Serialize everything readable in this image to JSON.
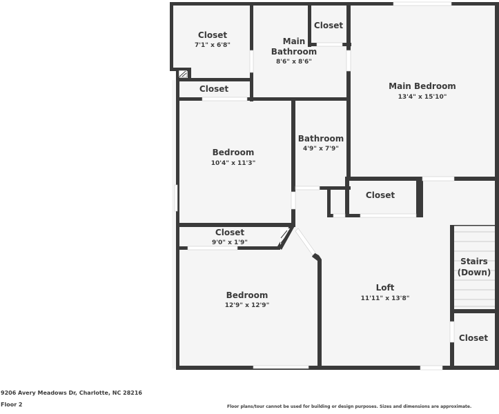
{
  "plan": {
    "floor_label": "Floor 2",
    "address": "9206 Avery Meadows Dr, Charlotte, NC 28216",
    "disclaimer": "Floor plans/tour cannot be used for building or design purposes. Sizes and dimensions are approximate.",
    "colors": {
      "wall": "#3a3a3a",
      "floor": "#f5f5f5",
      "window": "#ffffff",
      "text": "#3a3a3a"
    }
  },
  "rooms": [
    {
      "name": "Closet",
      "dims": "7'1\" x 6'8\""
    },
    {
      "name": "Main",
      "name2": "Bathroom",
      "dims": "8'6\" x 8'6\""
    },
    {
      "name": "Closet",
      "dims": ""
    },
    {
      "name": "Main Bedroom",
      "dims": "13'4\" x 15'10\""
    },
    {
      "name": "Closet",
      "dims": ""
    },
    {
      "name": "Bedroom",
      "dims": "10'4\" x 11'3\""
    },
    {
      "name": "Bathroom",
      "dims": "4'9\" x 7'9\""
    },
    {
      "name": "Closet",
      "dims": ""
    },
    {
      "name": "Closet",
      "dims": "9'0\" x 1'9\""
    },
    {
      "name": "Bedroom",
      "dims": "12'9\" x 12'9\""
    },
    {
      "name": "Loft",
      "dims": "11'11\" x 13'8\""
    },
    {
      "name": "Stairs",
      "name2": "(Down)",
      "dims": ""
    },
    {
      "name": "Closet",
      "dims": ""
    }
  ]
}
